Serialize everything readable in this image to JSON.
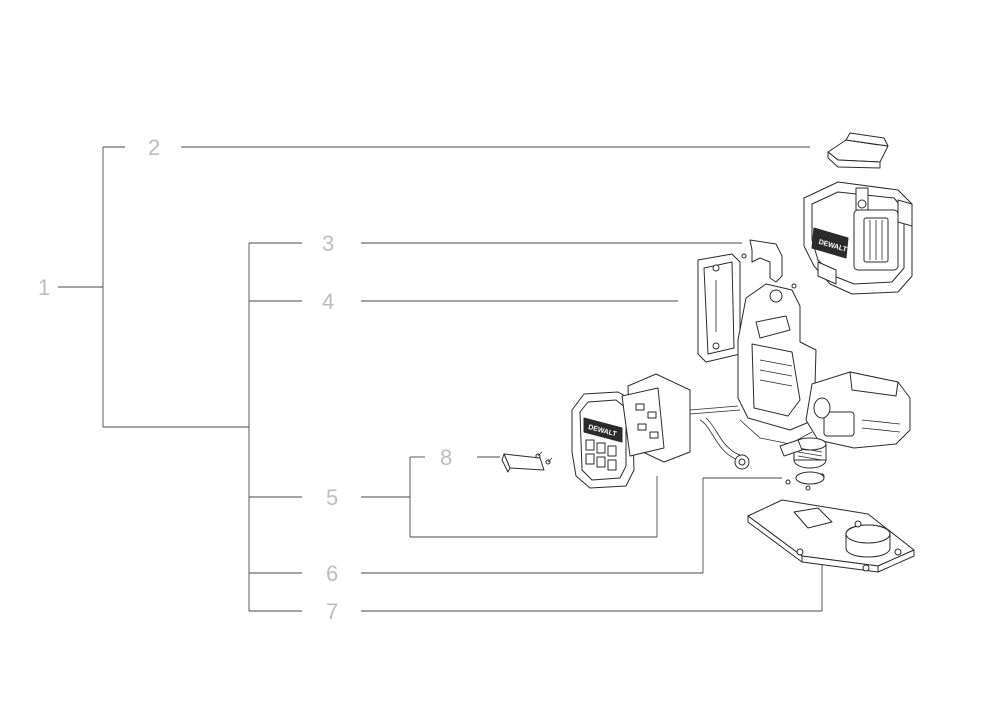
{
  "diagram": {
    "background": "#ffffff",
    "callout_color": "#bdbdbd",
    "line_color": "#4a4a4a",
    "callouts": {
      "c1": "1",
      "c2": "2",
      "c3": "3",
      "c4": "4",
      "c5": "5",
      "c6": "6",
      "c7": "7",
      "c8": "8"
    },
    "logo": {
      "text": "DEWALT"
    }
  }
}
